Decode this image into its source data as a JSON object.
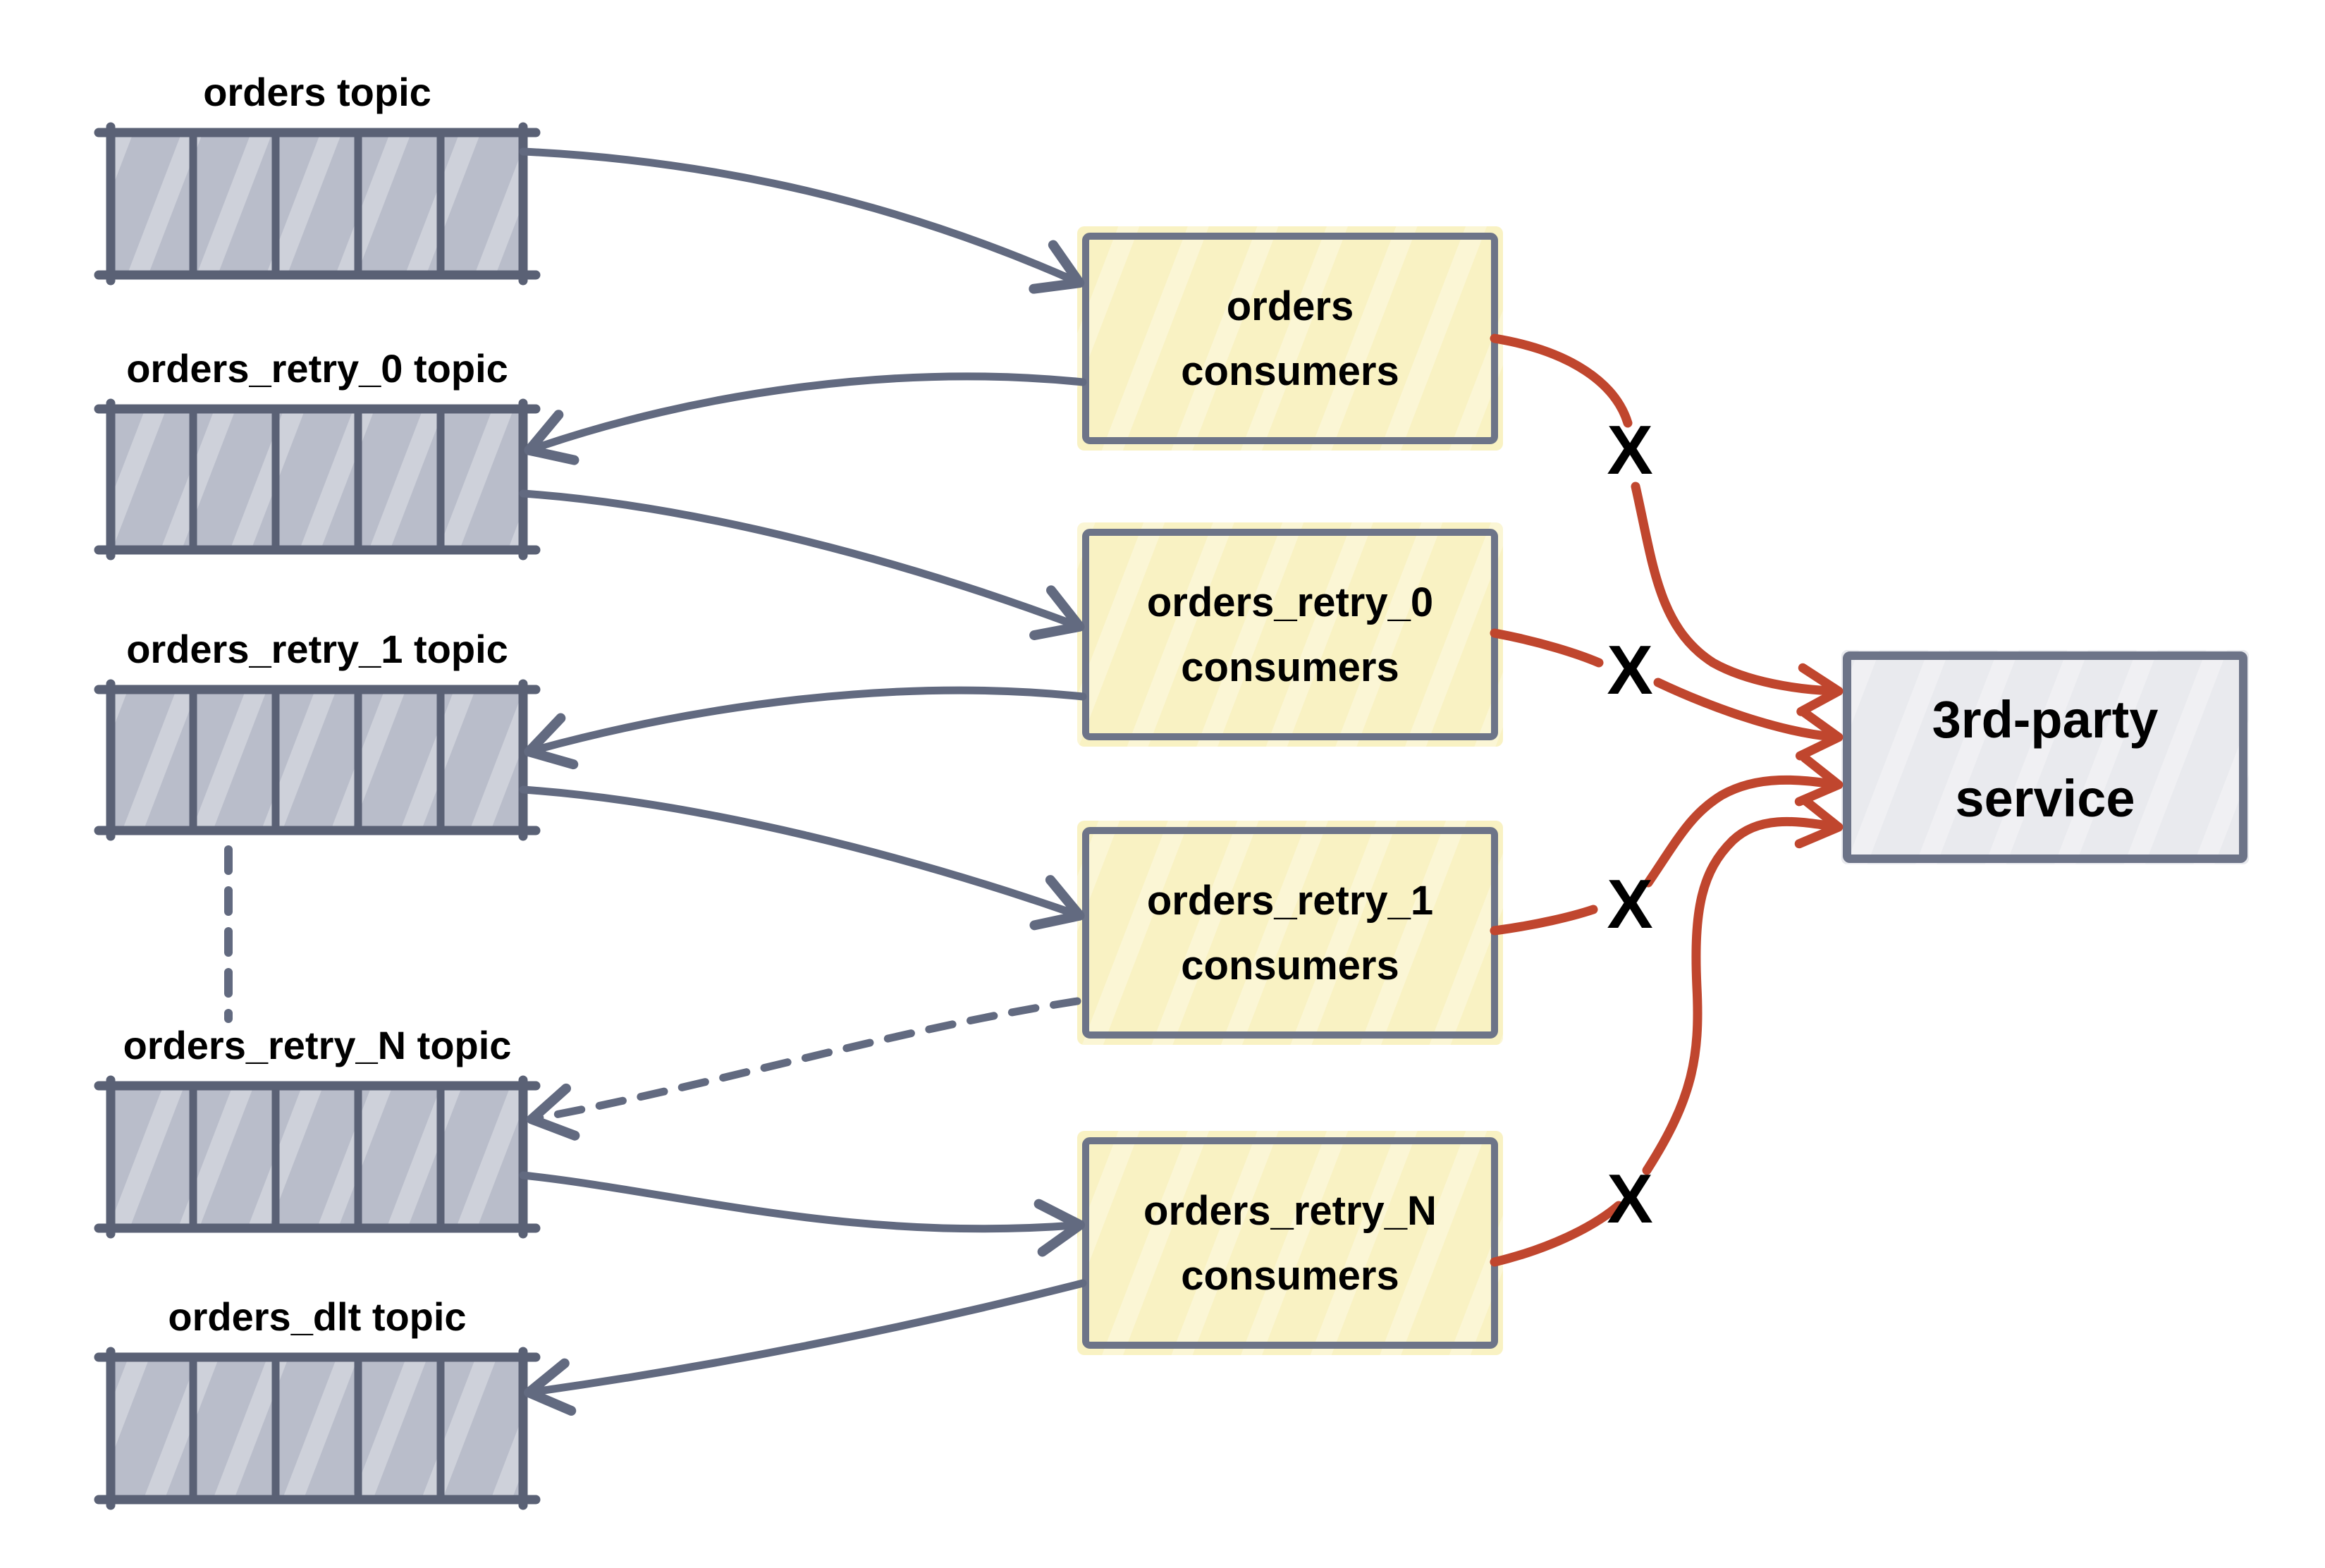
{
  "diagram": {
    "background": "#ffffff",
    "topics": [
      {
        "label": "orders topic",
        "partitions": 5
      },
      {
        "label": "orders_retry_0 topic",
        "partitions": 5
      },
      {
        "label": "orders_retry_1 topic",
        "partitions": 5
      },
      {
        "label": "orders_retry_N topic",
        "partitions": 5
      },
      {
        "label": "orders_dlt topic",
        "partitions": 5
      }
    ],
    "consumers": [
      {
        "line1": "orders",
        "line2": "consumers"
      },
      {
        "line1": "orders_retry_0",
        "line2": "consumers"
      },
      {
        "line1": "orders_retry_1",
        "line2": "consumers"
      },
      {
        "line1": "orders_retry_N",
        "line2": "consumers"
      }
    ],
    "service": {
      "line1": "3rd-party",
      "line2": "service"
    },
    "failure_mark": "X",
    "flows": [
      {
        "from": "orders topic",
        "to": "orders consumers",
        "style": "solid"
      },
      {
        "from": "orders consumers",
        "to": "orders_retry_0 topic",
        "style": "solid"
      },
      {
        "from": "orders_retry_0 topic",
        "to": "orders_retry_0 consumers",
        "style": "solid"
      },
      {
        "from": "orders_retry_0 consumers",
        "to": "orders_retry_1 topic",
        "style": "solid"
      },
      {
        "from": "orders_retry_1 topic",
        "to": "orders_retry_1 consumers",
        "style": "solid"
      },
      {
        "from": "orders_retry_1 consumers",
        "to": "orders_retry_N topic",
        "style": "dashed"
      },
      {
        "from": "orders_retry_1 topic",
        "to": "orders_retry_N topic",
        "style": "dashed-continuation"
      },
      {
        "from": "orders_retry_N topic",
        "to": "orders_retry_N consumers",
        "style": "solid"
      },
      {
        "from": "orders_retry_N consumers",
        "to": "orders_dlt topic",
        "style": "solid"
      },
      {
        "from": "orders consumers",
        "to": "3rd-party service",
        "style": "failed-call"
      },
      {
        "from": "orders_retry_0 consumers",
        "to": "3rd-party service",
        "style": "failed-call"
      },
      {
        "from": "orders_retry_1 consumers",
        "to": "3rd-party service",
        "style": "failed-call"
      },
      {
        "from": "orders_retry_N consumers",
        "to": "3rd-party service",
        "style": "failed-call"
      }
    ],
    "colors": {
      "topic_fill": "#b9bdca",
      "topic_border": "#5a6175",
      "consumer_fill": "#f9f2c3",
      "box_border": "#6d7488",
      "service_fill": "#e9eaee",
      "arrow": "#626a80",
      "fail_arrow": "#c0462e",
      "fail_mark": "#e3101d",
      "label_text": "#000000"
    }
  }
}
